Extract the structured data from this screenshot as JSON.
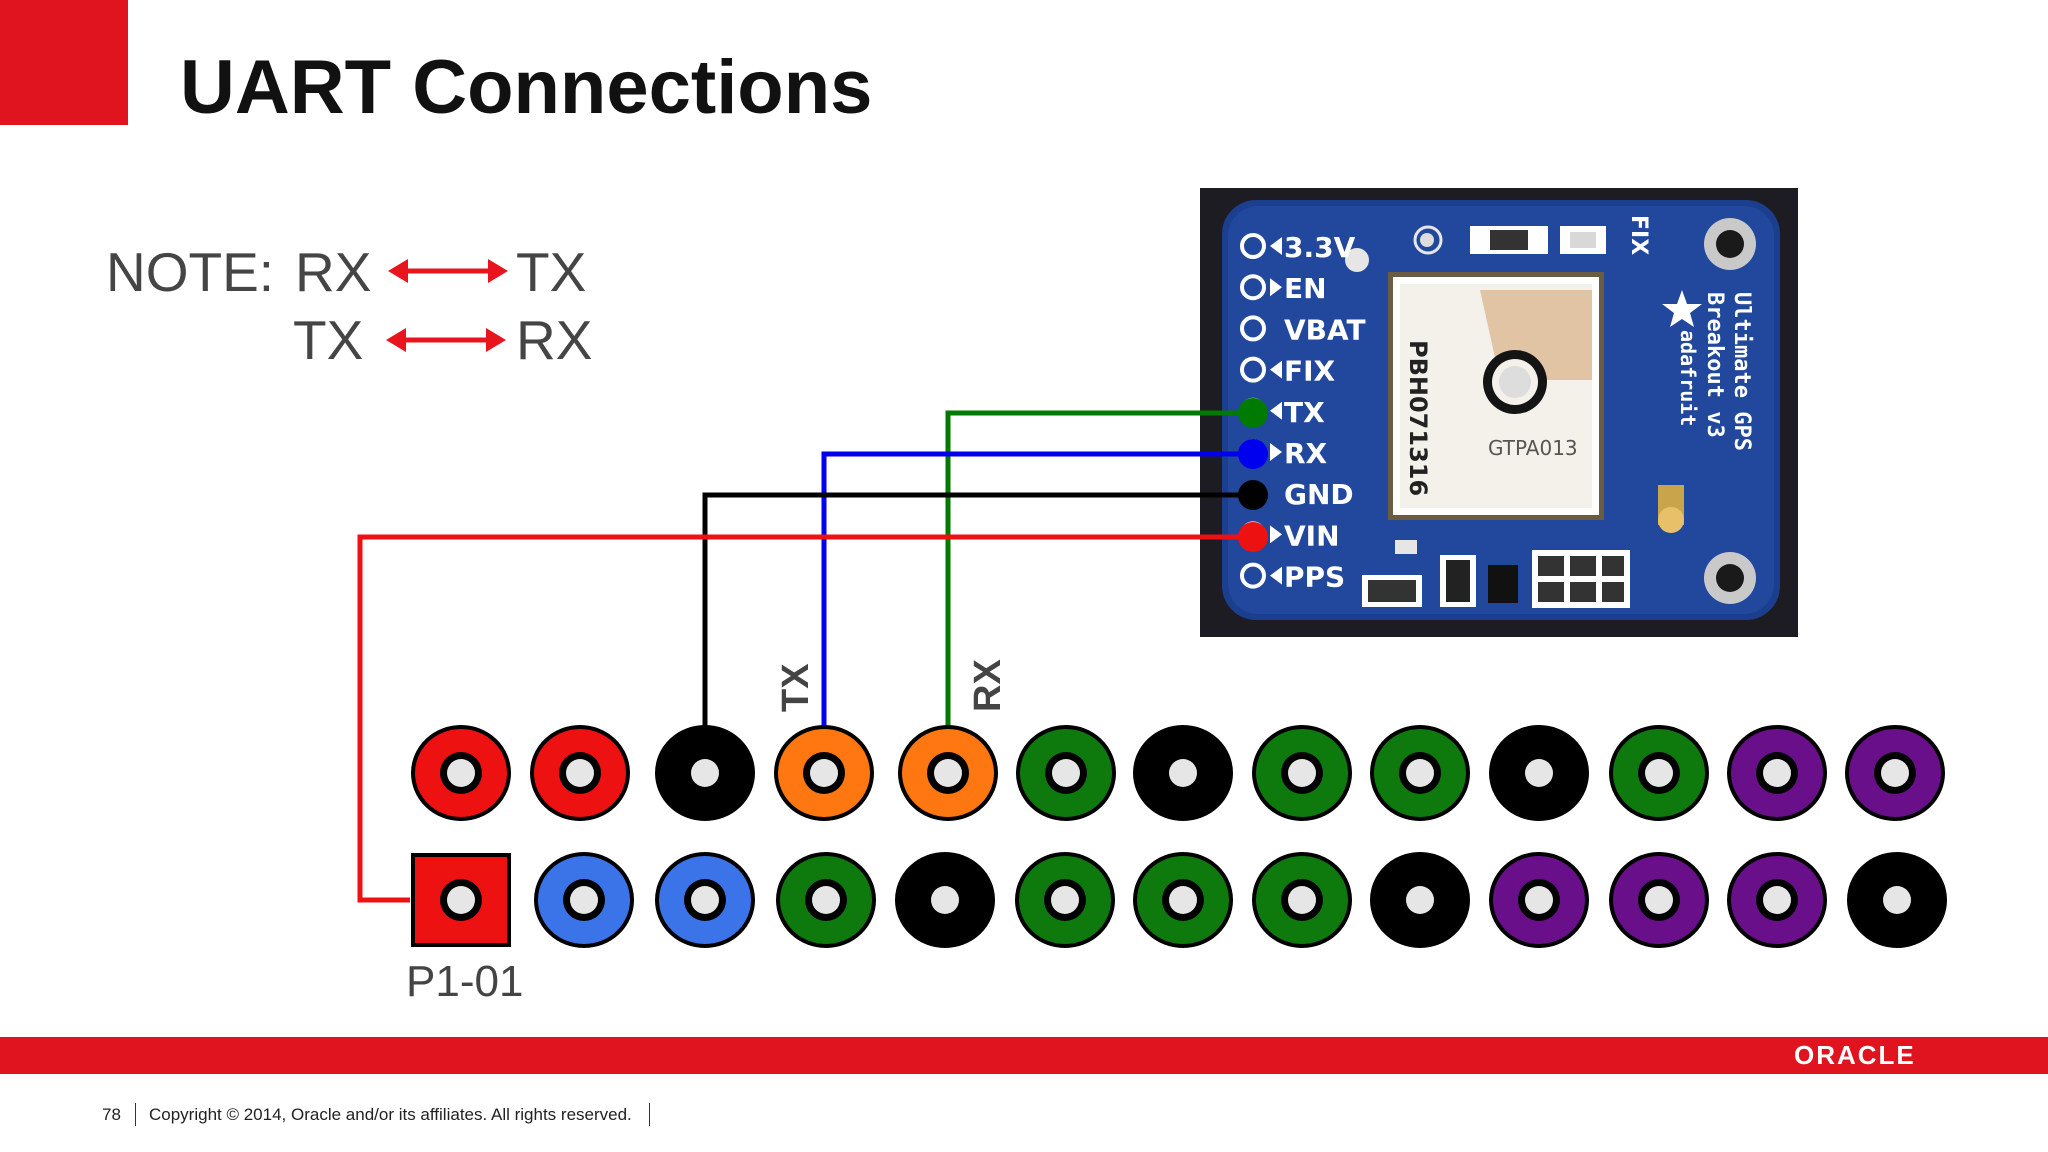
{
  "slide": {
    "title": "UART Connections",
    "accent_color": "#e0141e"
  },
  "note": {
    "prefix": "NOTE:",
    "lines": [
      {
        "left": "RX",
        "right": "TX"
      },
      {
        "left": "TX",
        "right": "RX"
      }
    ],
    "arrow_color": "#e8141e"
  },
  "gps_board": {
    "pins": [
      "3.3V",
      "EN",
      "VBAT",
      "FIX",
      "TX",
      "RX",
      "GND",
      "VIN",
      "PPS"
    ],
    "module_label": "PBH071316",
    "chip_label": "GTPA013",
    "led_label": "FIX",
    "name_lines": [
      "Ultimate GPS",
      "Breakout v3",
      "adafruit"
    ]
  },
  "wires": [
    {
      "from": "TX",
      "to": "header-top-5",
      "color": "#007a00"
    },
    {
      "from": "RX",
      "to": "header-top-4",
      "color": "#0000ee"
    },
    {
      "from": "GND",
      "to": "header-top-3",
      "color": "#000000"
    },
    {
      "from": "VIN",
      "to": "header-bottom-1",
      "color": "#ee1111"
    }
  ],
  "header": {
    "top_row": [
      "red",
      "red",
      "black",
      "orange",
      "orange",
      "green",
      "black",
      "green",
      "green",
      "black",
      "green",
      "purple",
      "purple"
    ],
    "bottom_row": [
      "red",
      "blue",
      "blue",
      "green",
      "black",
      "green",
      "green",
      "green",
      "black",
      "purple",
      "purple",
      "purple",
      "black"
    ],
    "colors": {
      "red": "#ee1111",
      "black": "#000000",
      "orange": "#ff7711",
      "green": "#0e7a0e",
      "purple": "#6a0f8a",
      "blue": "#3b73e8"
    },
    "pin_labels": {
      "tx": "TX",
      "rx": "RX"
    },
    "pin1_label": "P1-01"
  },
  "footer": {
    "page_number": "78",
    "copyright": "Copyright © 2014, Oracle and/or its affiliates. All rights reserved.",
    "logo_text": "ORACLE"
  }
}
